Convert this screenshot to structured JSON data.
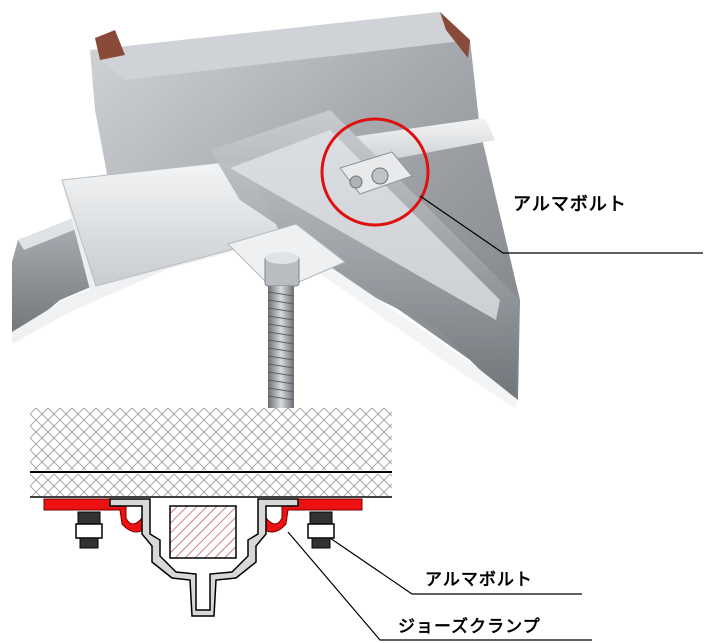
{
  "photo": {
    "highlight_color": "#e01010",
    "metal_light": "#e6e8ea",
    "metal_dark": "#8a8d90",
    "callout_label": "アルマボルト"
  },
  "section": {
    "clamp_color": "#ee1111",
    "hatch_color": "#b84a4a",
    "labels": {
      "bolt": "アルマボルト",
      "clamp": "ジョーズクランプ"
    }
  }
}
